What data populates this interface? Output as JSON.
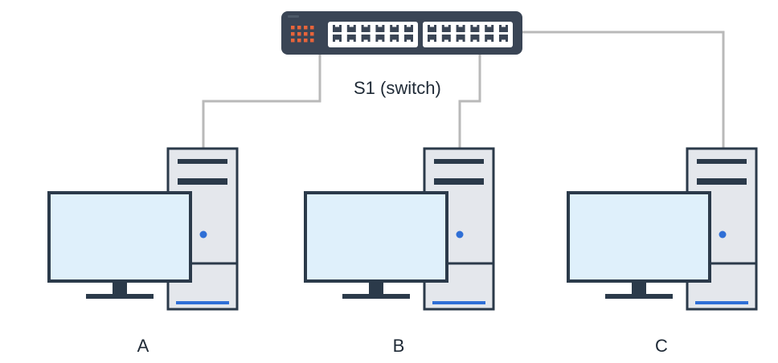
{
  "switch": {
    "label": "S1 (switch)",
    "icon": "network-switch-icon"
  },
  "computers": [
    {
      "label": "A",
      "icon": "desktop-computer-icon"
    },
    {
      "label": "B",
      "icon": "desktop-computer-icon"
    },
    {
      "label": "C",
      "icon": "desktop-computer-icon"
    }
  ],
  "colors": {
    "outline": "#2b3a4a",
    "switch_body": "#3a4555",
    "switch_led": "#e8643a",
    "port": "#ffffff",
    "cable": "#b9b9b9",
    "tower_body": "#e4e7ec",
    "screen": "#dff0fb",
    "power_led": "#2f6fd6",
    "tower_base": "#2f6fd6"
  }
}
